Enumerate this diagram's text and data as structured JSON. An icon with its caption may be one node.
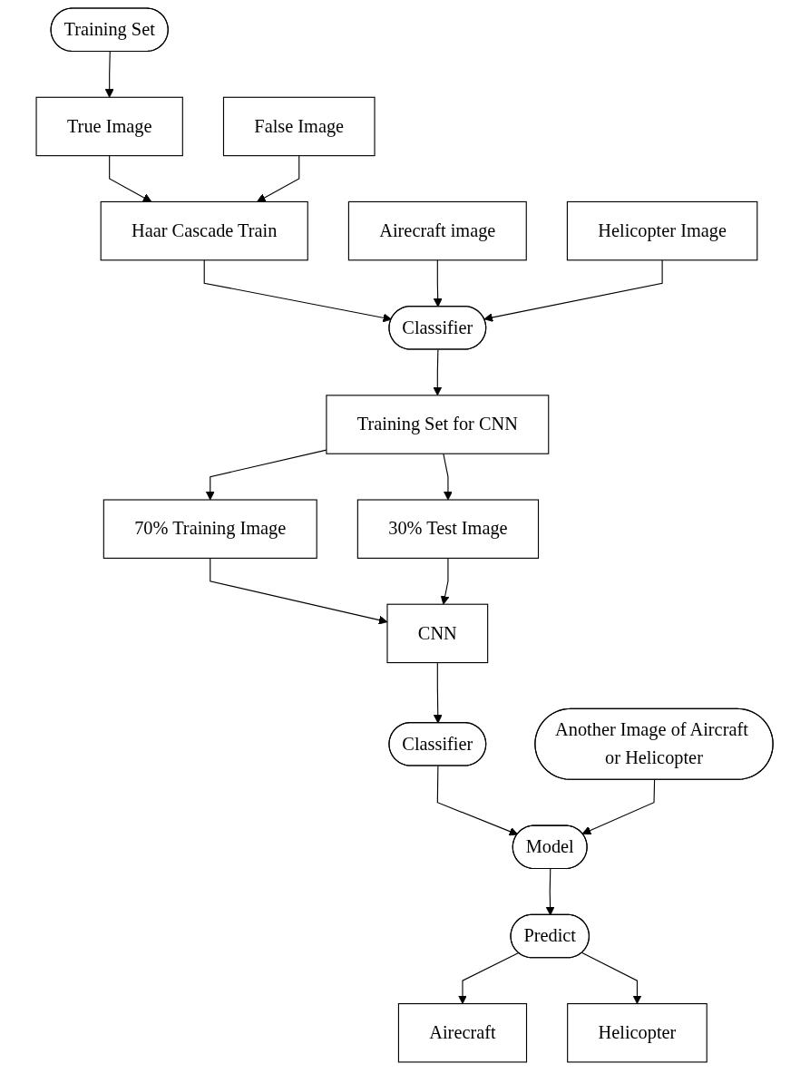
{
  "diagram": {
    "nodes": [
      {
        "text": [
          "Training Set"
        ]
      },
      {
        "text": [
          "True Image"
        ]
      },
      {
        "text": [
          "False Image"
        ]
      },
      {
        "text": [
          "Haar Cascade Train"
        ]
      },
      {
        "text": [
          "Airecraft image"
        ]
      },
      {
        "text": [
          "Classifier"
        ]
      },
      {
        "text": [
          "Training Set for CNN"
        ]
      },
      {
        "text": [
          "Helicopter Image"
        ]
      },
      {
        "text": [
          "70% Training Image"
        ]
      },
      {
        "text": [
          "30% Test Image"
        ]
      },
      {
        "text": [
          "Classifier"
        ]
      },
      {
        "text": [
          "CNN"
        ]
      },
      {
        "text": [
          "Model"
        ]
      },
      {
        "text": [
          "Another Image of Aircraft or Helicopter"
        ]
      },
      {
        "text": [
          "Predict"
        ]
      },
      {
        "text": [
          "Airecraft"
        ]
      },
      {
        "text": [
          "Helicopter"
        ]
      }
    ],
    "edges": [
      {
        "from": 0,
        "to": 1,
        "arrow": "to"
      },
      {
        "from": 1,
        "to": 3,
        "arrow": "to"
      },
      {
        "from": 2,
        "to": 3,
        "arrow": "to"
      },
      {
        "from": 3,
        "to": 5,
        "arrow": "to"
      },
      {
        "from": 4,
        "to": 5,
        "arrow": "to"
      },
      {
        "from": 7,
        "to": 5,
        "arrow": "to"
      },
      {
        "from": 5,
        "to": 6,
        "arrow": "to"
      },
      {
        "from": 6,
        "to": 8,
        "arrow": "to"
      },
      {
        "from": 6,
        "to": 9,
        "arrow": "to"
      },
      {
        "from": 8,
        "to": 11,
        "arrow": "to"
      },
      {
        "from": 9,
        "to": 11,
        "arrow": "to"
      },
      {
        "from": 11,
        "to": 10,
        "arrow": "to"
      },
      {
        "from": 10,
        "to": 12,
        "arrow": "to"
      },
      {
        "from": 13,
        "to": 12,
        "arrow": "to"
      },
      {
        "from": 12,
        "to": 14,
        "arrow": "to"
      },
      {
        "from": 14,
        "to": 15,
        "arrow": "to"
      },
      {
        "from": 14,
        "to": 16,
        "arrow": "to"
      }
    ]
  }
}
